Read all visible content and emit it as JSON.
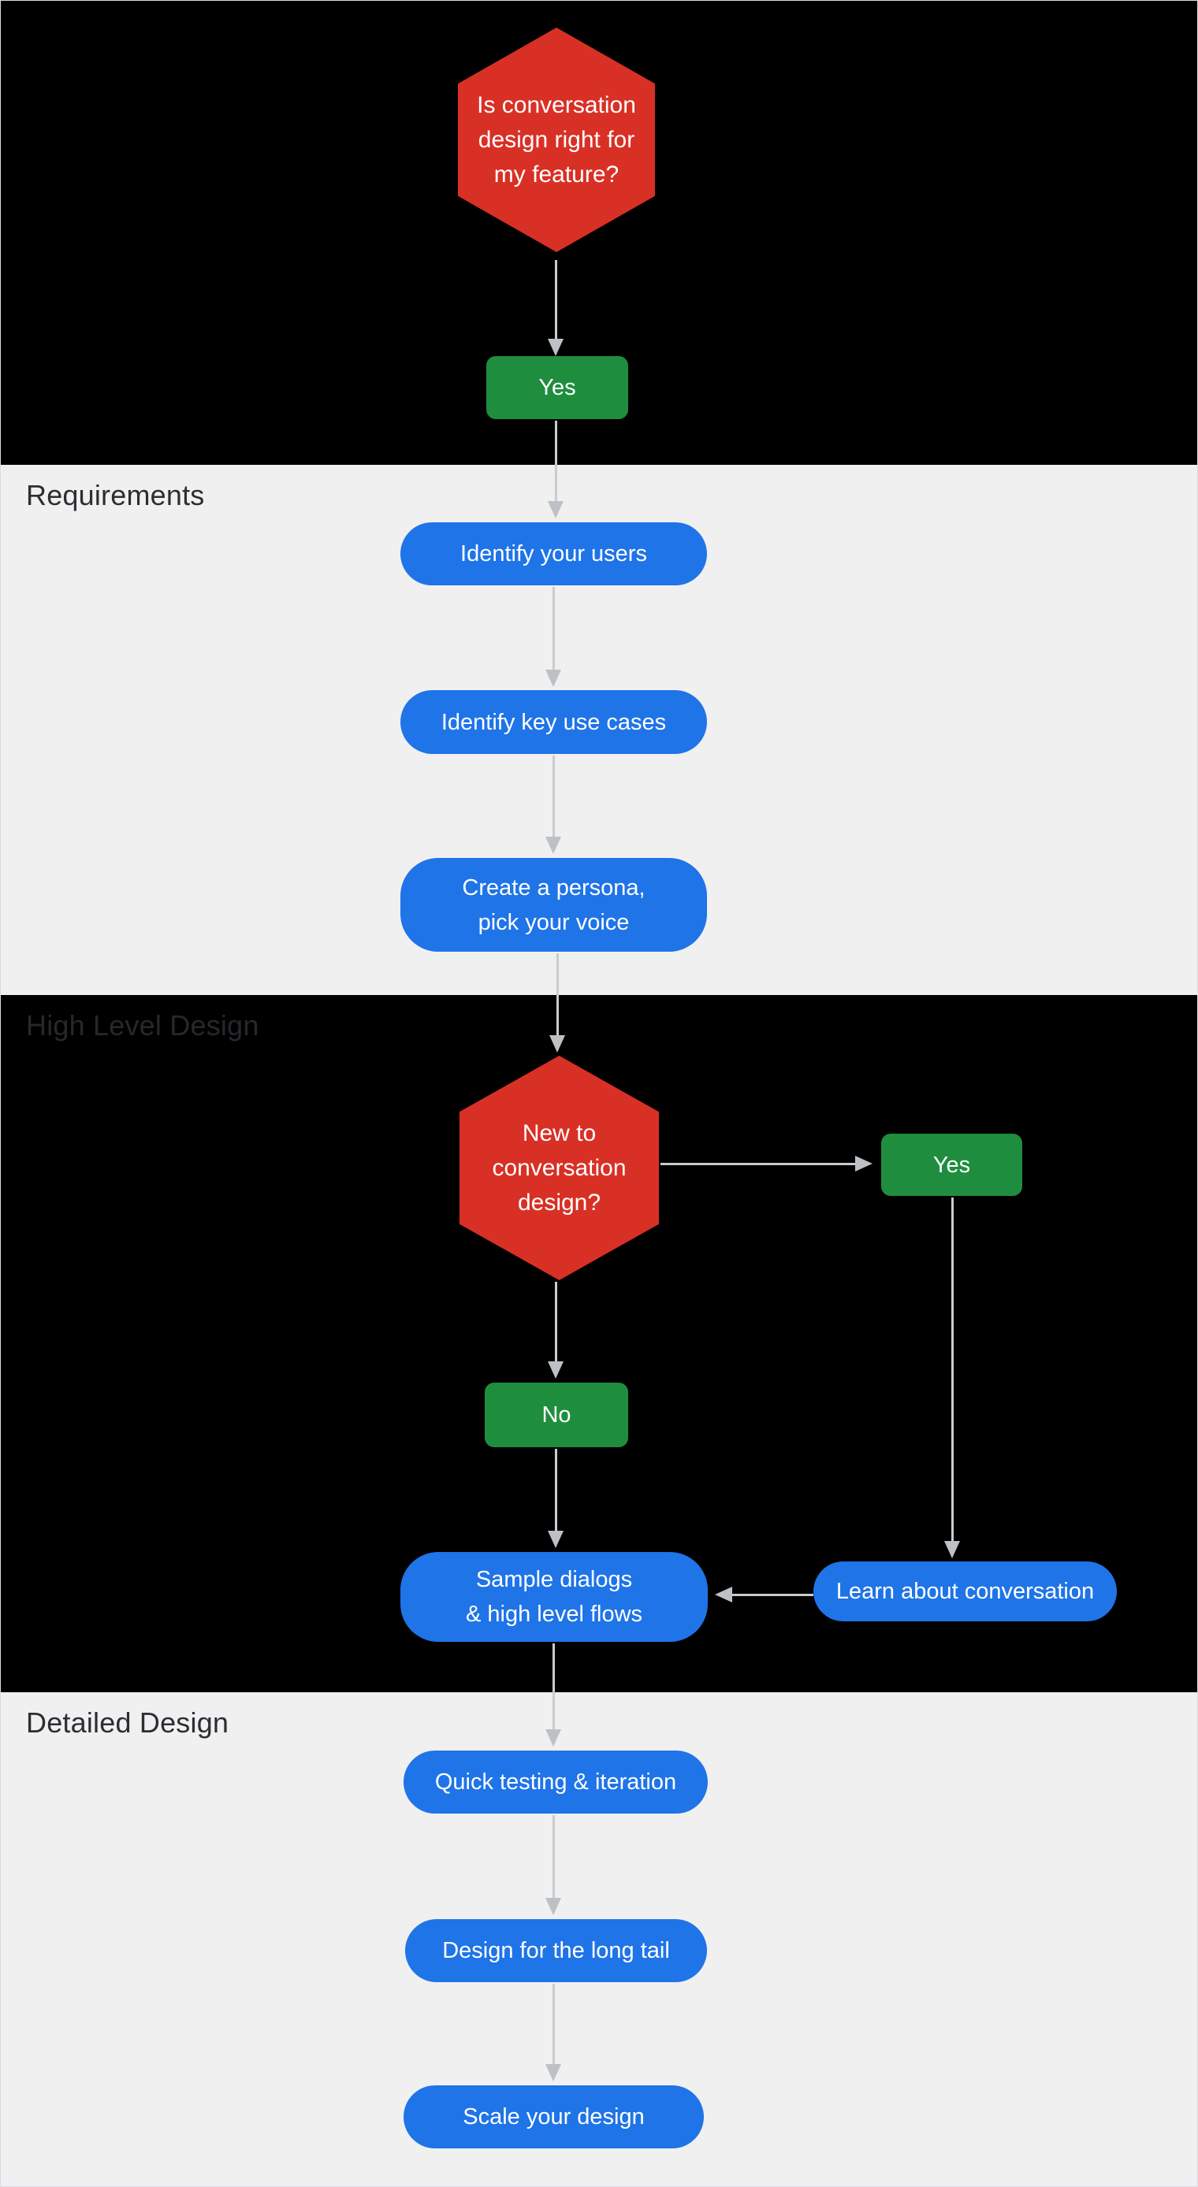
{
  "colors": {
    "decision_red": "#D93025",
    "answer_green": "#1E8E3E",
    "step_blue": "#1F74E8",
    "band_dark": "#000000",
    "band_light": "#F0F0F0",
    "arrow_gray": "#C9CCCF",
    "node_text": "#FFFFFF",
    "section_label_on_light": "#2B2E33",
    "section_label_on_dark": "#26282C"
  },
  "sections": [
    {
      "label": ""
    },
    {
      "label": "Requirements"
    },
    {
      "label": "High Level Design"
    },
    {
      "label": "Detailed Design"
    }
  ],
  "nodes": {
    "hex1": {
      "lines": [
        "Is conversation",
        "design right for",
        "my feature?"
      ]
    },
    "yes1": {
      "label": "Yes"
    },
    "pill_users": {
      "label": "Identify your users"
    },
    "pill_usecases": {
      "label": "Identify key use cases"
    },
    "pill_persona": {
      "lines": [
        "Create a persona,",
        "pick your voice"
      ]
    },
    "hex2": {
      "lines": [
        "New to",
        "conversation",
        "design?"
      ]
    },
    "yes2": {
      "label": "Yes"
    },
    "no1": {
      "label": "No"
    },
    "pill_sample": {
      "lines": [
        "Sample dialogs",
        "& high level flows"
      ]
    },
    "pill_learn": {
      "label": "Learn about conversation"
    },
    "pill_quick": {
      "label": "Quick testing & iteration"
    },
    "pill_longtail": {
      "label": "Design for the long tail"
    },
    "pill_scale": {
      "label": "Scale your design"
    }
  }
}
